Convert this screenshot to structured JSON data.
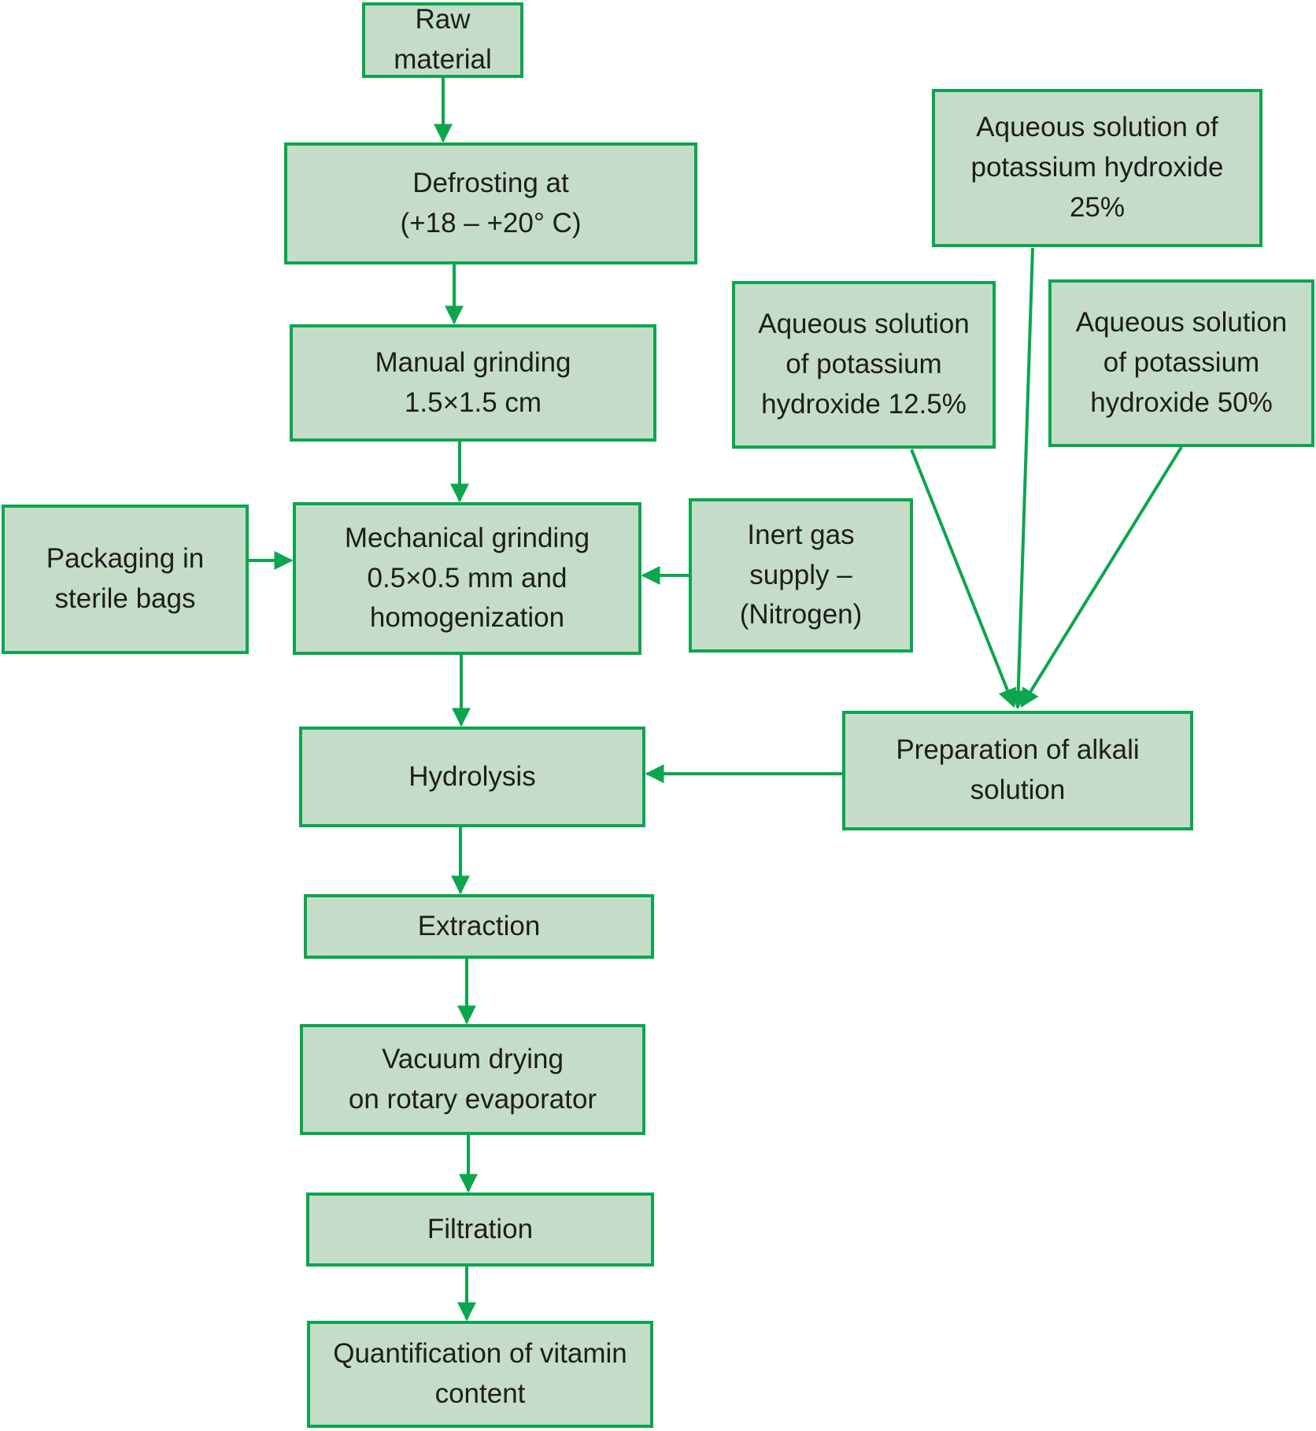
{
  "colors": {
    "border": "#0CA64E",
    "fill": "#C5DDC8",
    "text": "#1D1D1D"
  },
  "nodes": {
    "raw": {
      "label": "Raw\nmaterial"
    },
    "defrost": {
      "label": "Defrosting at\n(+18 – +20° C)"
    },
    "manual": {
      "label": "Manual grinding\n1.5×1.5 cm"
    },
    "packaging": {
      "label": "Packaging in\nsterile bags"
    },
    "mechanical": {
      "label": "Mechanical grinding\n0.5×0.5 mm and\nhomogenization"
    },
    "inert": {
      "label": "Inert gas\nsupply –\n(Nitrogen)"
    },
    "koh25": {
      "label": "Aqueous solution of\npotassium hydroxide\n25%"
    },
    "koh125": {
      "label": "Aqueous solution\nof potassium\nhydroxide 12.5%"
    },
    "koh50": {
      "label": "Aqueous solution\nof potassium\nhydroxide 50%"
    },
    "alkali": {
      "label": "Preparation of alkali\nsolution"
    },
    "hydrolysis": {
      "label": "Hydrolysis"
    },
    "extraction": {
      "label": "Extraction"
    },
    "vacuum": {
      "label": "Vacuum drying\non rotary evaporator"
    },
    "filtration": {
      "label": "Filtration"
    },
    "quantification": {
      "label": "Quantification of vitamin\ncontent"
    }
  }
}
